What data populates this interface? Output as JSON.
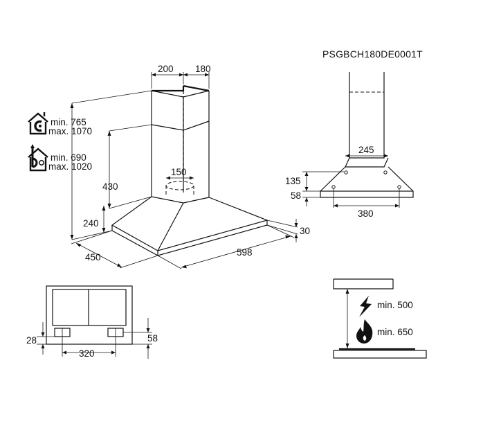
{
  "model_code": "PSGBCH180DE0001T",
  "main_view": {
    "top_width": "200",
    "top_depth": "180",
    "icon_c_min": "min. 765",
    "icon_c_max": "max. 1070",
    "icon_b_min": "min. 690",
    "icon_b_max": "max. 1020",
    "chimney_height": "430",
    "outlet_diameter": "150",
    "lower_height": "240",
    "depth": "450",
    "width": "598",
    "thickness": "30"
  },
  "side_view": {
    "top_width": "245",
    "height_upper": "135",
    "height_lower": "58",
    "bottom_width": "380"
  },
  "bottom_view": {
    "left_offset": "28",
    "right_offset": "58",
    "hole_spacing": "320"
  },
  "clearance_view": {
    "electric_min": "min. 500",
    "gas_min": "min. 650"
  },
  "icons": {
    "c_icon": "house-c-recirculation-icon",
    "b_icon": "house-b-extraction-icon",
    "electric_icon": "lightning-bolt-icon",
    "gas_icon": "flame-icon"
  }
}
